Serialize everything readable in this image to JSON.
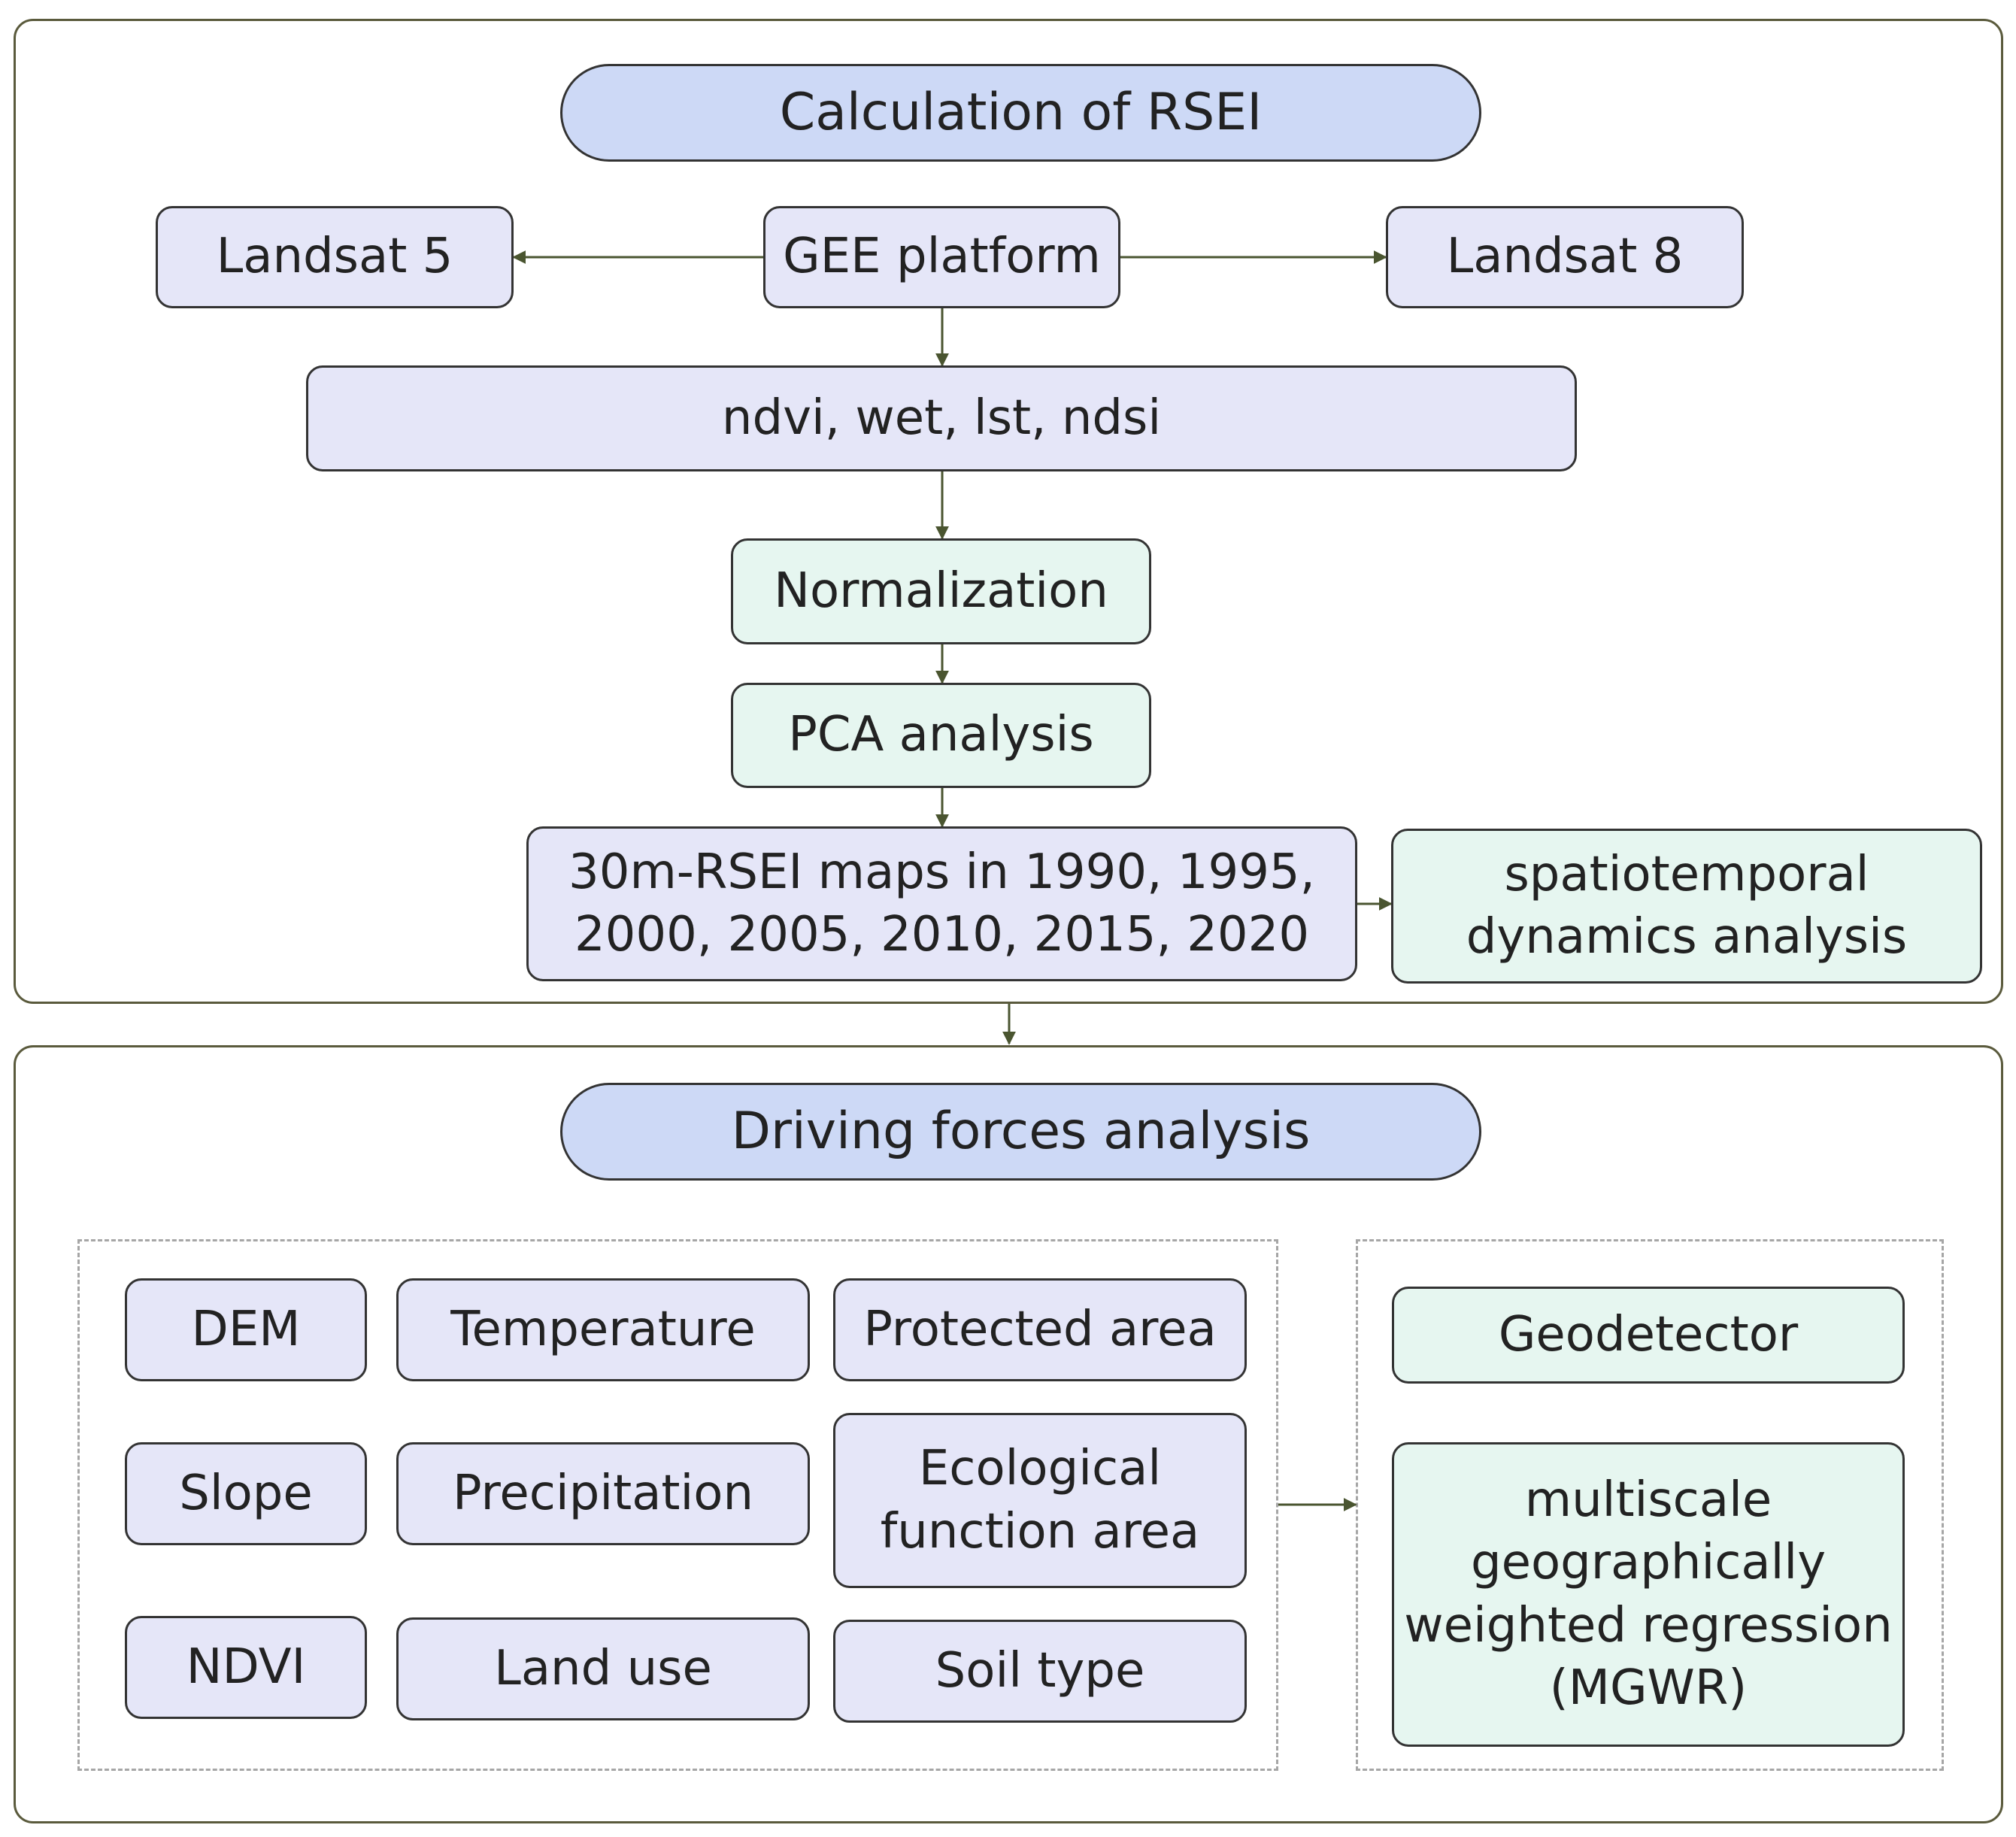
{
  "colors": {
    "title_fill": "#cdd9f6",
    "data_fill": "#e5e6f8",
    "method_fill": "#e6f6f0",
    "frame": "#5a5a3c",
    "arrow": "#4a5530"
  },
  "rsei_section": {
    "title": "Calculation of RSEI",
    "landsat5": "Landsat 5",
    "gee": "GEE platform",
    "landsat8": "Landsat 8",
    "indices": "ndvi, wet, lst, ndsi",
    "normalization": "Normalization",
    "pca": "PCA analysis",
    "maps_line1": "30m-RSEI maps in 1990, 1995,",
    "maps_line2": "2000, 2005, 2010, 2015, 2020",
    "dynamics_line1": "spatiotemporal",
    "dynamics_line2": "dynamics analysis"
  },
  "driving_section": {
    "title": "Driving forces analysis",
    "factors": [
      "DEM",
      "Temperature",
      "Protected area",
      "Slope",
      "Precipitation",
      "Ecological function area",
      "NDVI",
      "Land use",
      "Soil type"
    ],
    "eco_line1": "Ecological",
    "eco_line2": "function area",
    "geodetector": "Geodetector",
    "mgwr_line1": "multiscale",
    "mgwr_line2": "geographically",
    "mgwr_line3": "weighted regression",
    "mgwr_line4": "(MGWR)"
  }
}
